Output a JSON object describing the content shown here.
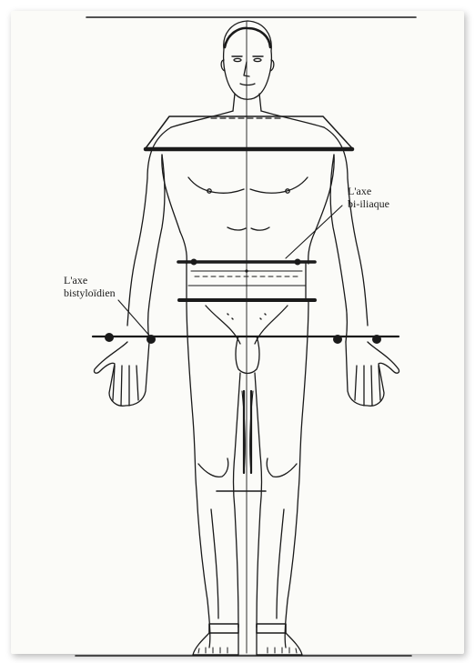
{
  "labels": {
    "bi_iliac": {
      "line1": "L'axe",
      "line2": "bi-iliaque"
    },
    "bistyloid": {
      "line1": "L'axe",
      "line2": "bistyloïdien"
    }
  },
  "colors": {
    "background": "#ffffff",
    "paper": "#fbfbf8",
    "ink": "#1a1a1a"
  },
  "icons": {
    "figure": "human-body-front-view-icon"
  }
}
